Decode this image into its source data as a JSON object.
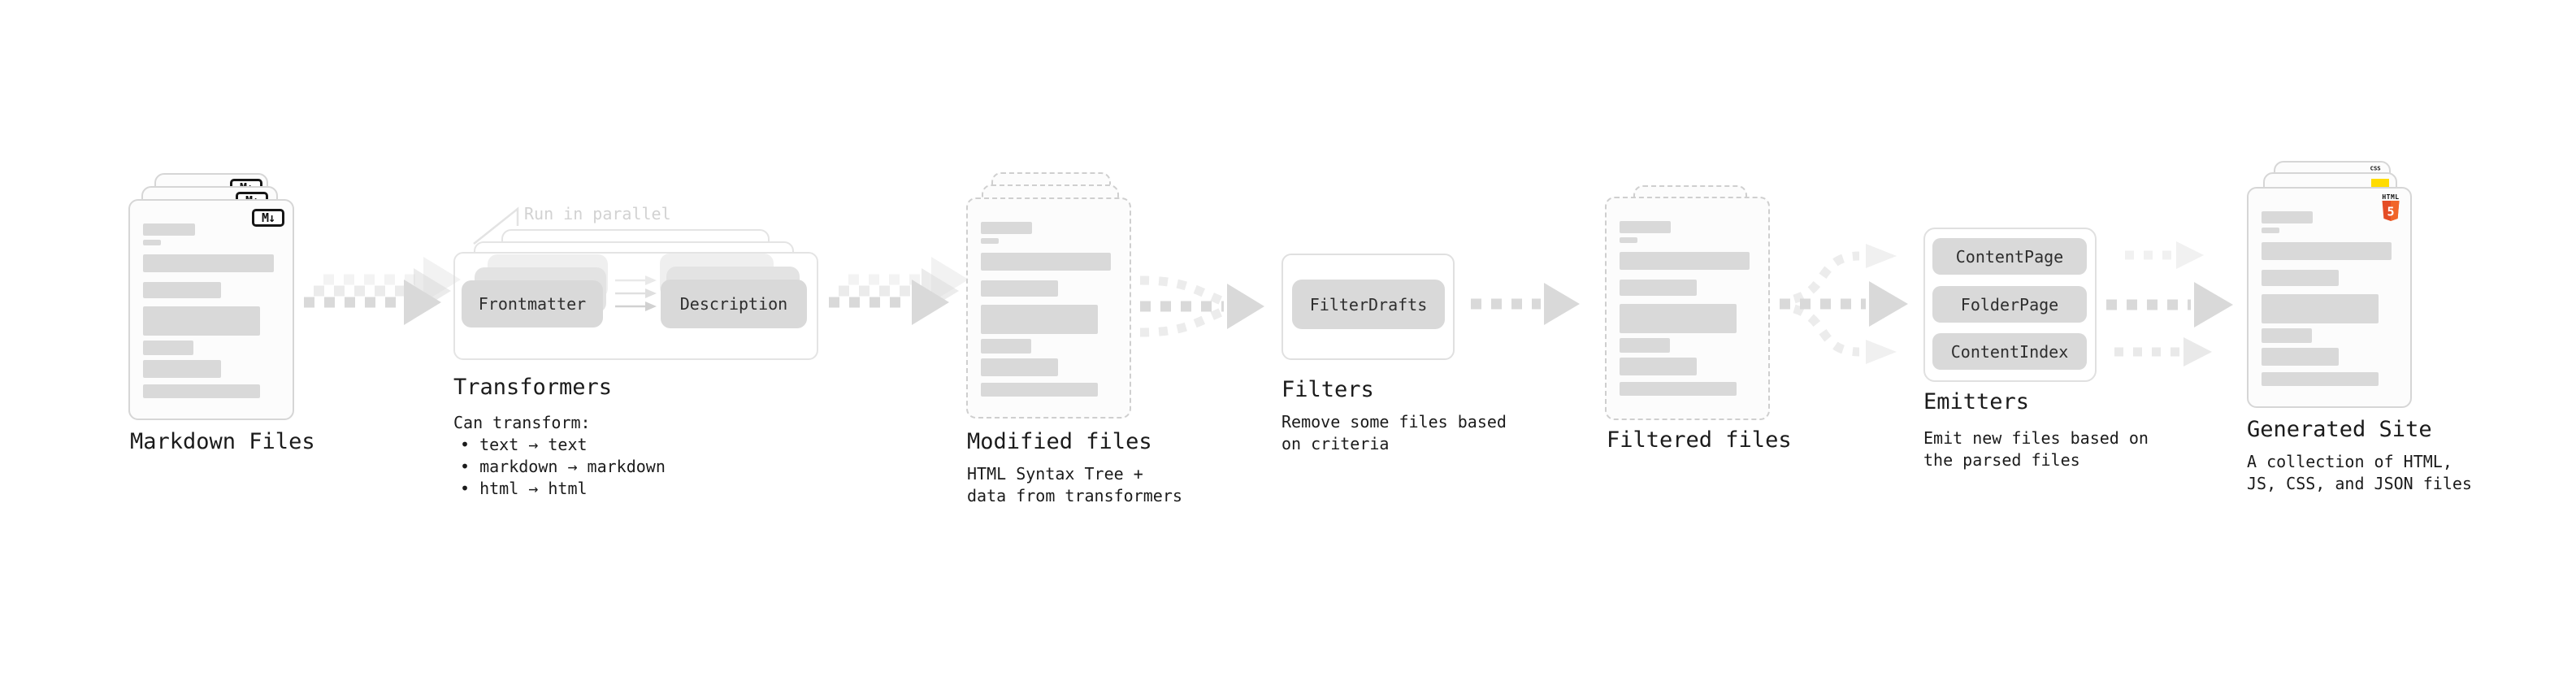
{
  "colors": {
    "box_fill": "#d9d9d9",
    "skeleton_line": "#d9d9d9",
    "arrow_main": "#d9d9d9",
    "arrow_ghost": "#ececec",
    "card_border": "#e4e4e4",
    "file_border": "#d6d6d6",
    "text_dark": "#1b1b1b",
    "note_text": "#d2d2d2",
    "html5_orange": "#e44d26",
    "html5_orange_light": "#f16529",
    "js_yellow": "#ffdc00",
    "css_blue": "#2b6be8"
  },
  "stages": {
    "markdown_files": {
      "label": "Markdown Files",
      "badge": "M↓"
    },
    "transformers": {
      "label": "Transformers",
      "note": "Run in parallel",
      "boxes": [
        "Frontmatter",
        "Description"
      ],
      "desc_heading": "Can transform:",
      "bullets": [
        "• text → text",
        "• markdown → markdown",
        "• html → html"
      ]
    },
    "modified_files": {
      "label": "Modified files",
      "desc": [
        "HTML Syntax Tree +",
        "data from transformers"
      ]
    },
    "filters": {
      "label": "Filters",
      "boxes": [
        "FilterDrafts"
      ],
      "desc": [
        "Remove some files based",
        "on criteria"
      ]
    },
    "filtered_files": {
      "label": "Filtered files"
    },
    "emitters": {
      "label": "Emitters",
      "boxes": [
        "ContentPage",
        "FolderPage",
        "ContentIndex"
      ],
      "desc": [
        "Emit new files based on",
        "the parsed files"
      ]
    },
    "generated_site": {
      "label": "Generated Site",
      "desc": [
        "A collection of HTML,",
        "JS, CSS, and JSON files"
      ],
      "badges": {
        "css": "CSS",
        "html": "HTML",
        "html_number": "5"
      }
    }
  }
}
